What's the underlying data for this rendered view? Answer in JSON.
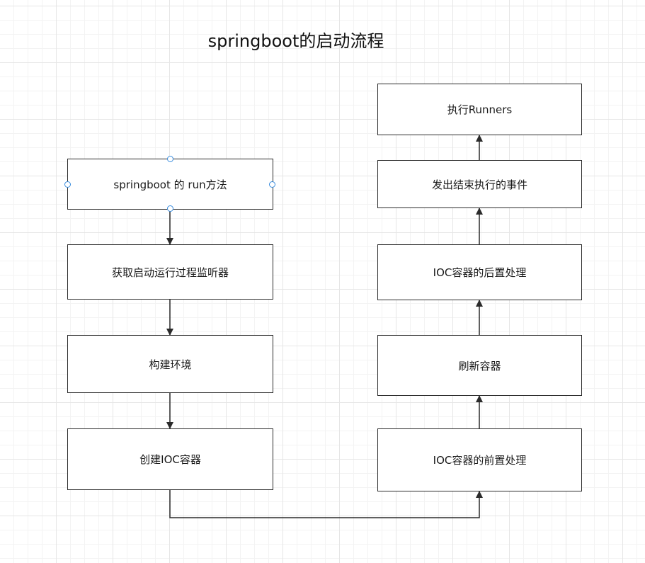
{
  "diagram": {
    "title": "springboot的启动流程",
    "nodes": [
      {
        "id": "run",
        "label": "springboot 的 run方法",
        "selected": true
      },
      {
        "id": "listener",
        "label": "获取启动运行过程监听器"
      },
      {
        "id": "env",
        "label": "构建环境"
      },
      {
        "id": "create_ioc",
        "label": "创建IOC容器"
      },
      {
        "id": "pre_ioc",
        "label": "IOC容器的前置处理"
      },
      {
        "id": "refresh",
        "label": "刷新容器"
      },
      {
        "id": "post_ioc",
        "label": "IOC容器的后置处理"
      },
      {
        "id": "finish_event",
        "label": "发出结束执行的事件"
      },
      {
        "id": "runners",
        "label": "执行Runners"
      }
    ],
    "edges": [
      {
        "from": "run",
        "to": "listener"
      },
      {
        "from": "listener",
        "to": "env"
      },
      {
        "from": "env",
        "to": "create_ioc"
      },
      {
        "from": "create_ioc",
        "to": "pre_ioc"
      },
      {
        "from": "pre_ioc",
        "to": "refresh"
      },
      {
        "from": "refresh",
        "to": "post_ioc"
      },
      {
        "from": "post_ioc",
        "to": "finish_event"
      },
      {
        "from": "finish_event",
        "to": "runners"
      }
    ]
  }
}
